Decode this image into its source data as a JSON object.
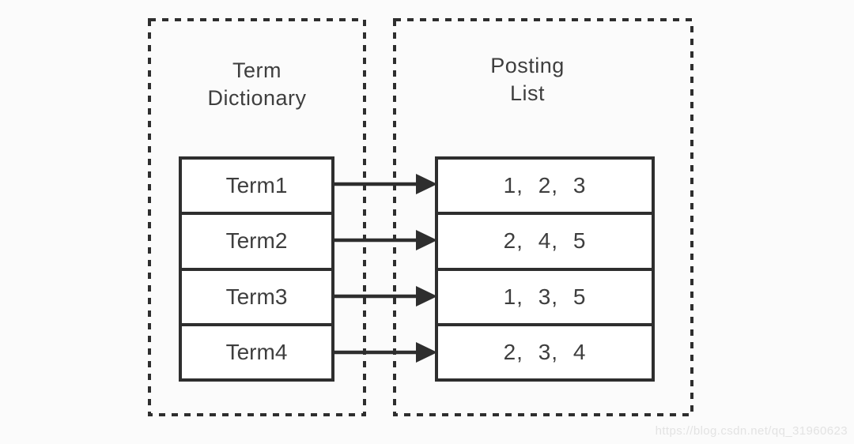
{
  "colors": {
    "bg": "#fbfbfb",
    "line": "#2e2e2e",
    "text": "#3e3e3e",
    "wm": "#e3e3e3"
  },
  "term_dictionary": {
    "title_lines": [
      "Term",
      "Dictionary"
    ],
    "rows": [
      "Term1",
      "Term2",
      "Term3",
      "Term4"
    ]
  },
  "posting_list": {
    "title_lines": [
      "Posting",
      "List"
    ],
    "rows": [
      "1,  2,  3",
      "2,  4,  5",
      "1,  3,  5",
      "2,  3,  4"
    ]
  },
  "diagram": {
    "type": "inverted-index",
    "links": [
      {
        "from": "Term1",
        "to": "1, 2, 3"
      },
      {
        "from": "Term2",
        "to": "2, 4, 5"
      },
      {
        "from": "Term3",
        "to": "1, 3, 5"
      },
      {
        "from": "Term4",
        "to": "2, 3, 4"
      }
    ]
  },
  "watermark": "https://blog.csdn.net/qq_31960623"
}
